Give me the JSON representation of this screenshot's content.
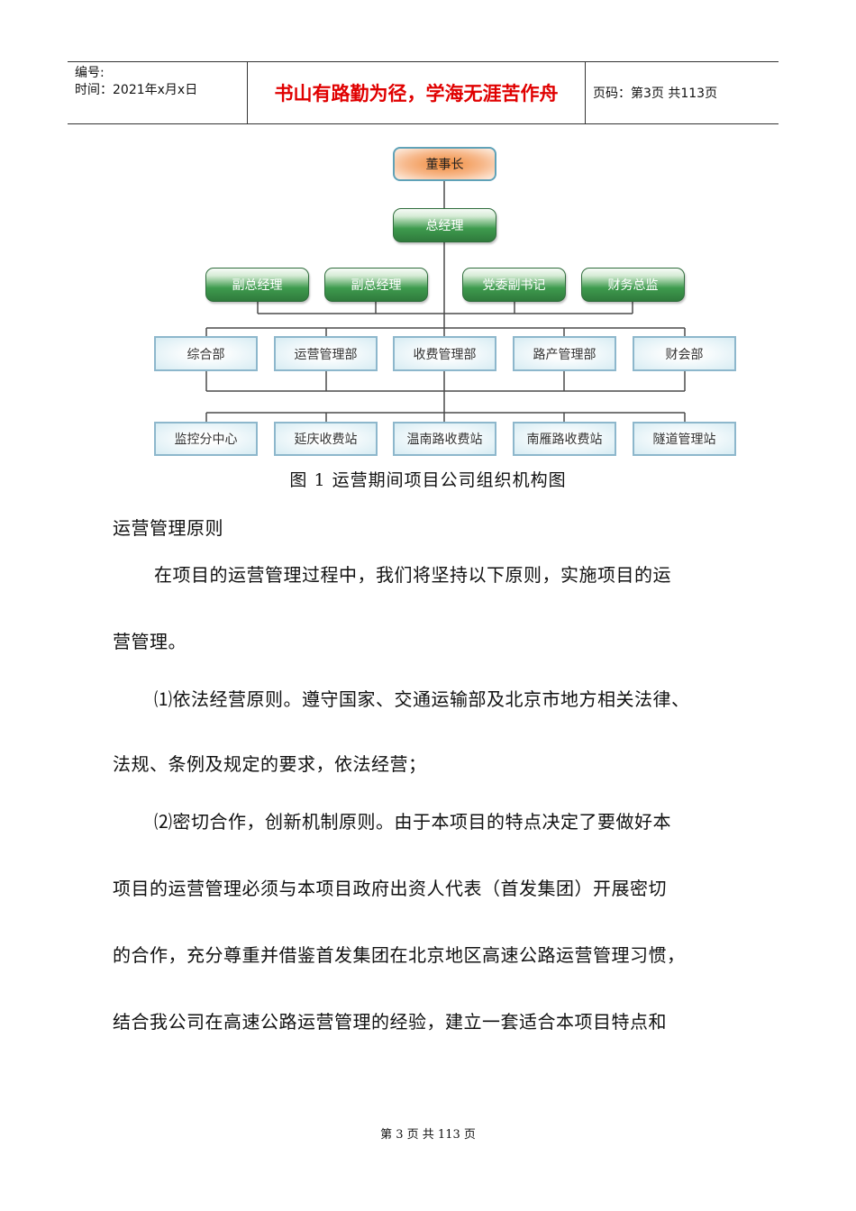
{
  "header": {
    "number_label": "编号:",
    "time_label": "时间：2021年x月x日",
    "slogan": "书山有路勤为径，学海无涯苦作舟",
    "page_info": "页码：第3页  共113页"
  },
  "org_chart": {
    "top": "董事长",
    "second": "总经理",
    "deputies": [
      "副总经理",
      "副总经理",
      "党委副书记",
      "财务总监"
    ],
    "departments": [
      "综合部",
      "运营管理部",
      "收费管理部",
      "路产管理部",
      "财会部"
    ],
    "stations": [
      "监控分中心",
      "延庆收费站",
      "温南路收费站",
      "南雁路收费站",
      "隧道管理站"
    ],
    "colors": {
      "line": "#4a4a4a",
      "green": "#3e9b4e",
      "orange": "#f08a3a",
      "blue_border": "#8db7cc"
    }
  },
  "caption": "图 1    运营期间项目公司组织机构图",
  "paragraphs": [
    "运营管理原则",
    "在项目的运营管理过程中，我们将坚持以下原则，实施项目的运",
    "营管理。",
    "⑴依法经营原则。遵守国家、交通运输部及北京市地方相关法律、",
    "法规、条例及规定的要求，依法经营；",
    "⑵密切合作，创新机制原则。由于本项目的特点决定了要做好本",
    "项目的运营管理必须与本项目政府出资人代表（首发集团）开展密切",
    "的合作，充分尊重并借鉴首发集团在北京地区高速公路运营管理习惯，",
    "结合我公司在高速公路运营管理的经验，建立一套适合本项目特点和"
  ],
  "footer": "第 3 页 共 113 页"
}
